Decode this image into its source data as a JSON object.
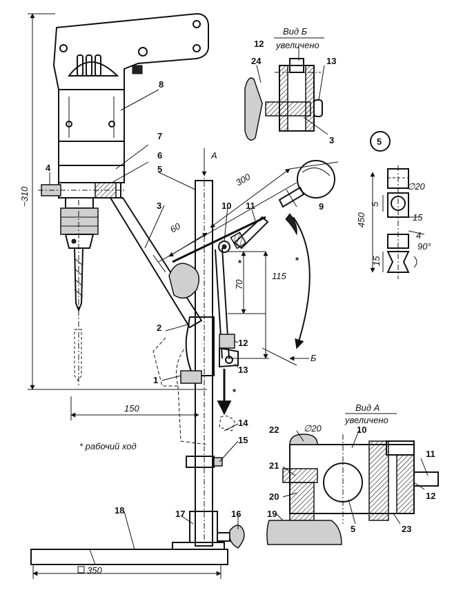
{
  "labels": {
    "n1": "1",
    "n2": "2",
    "n3": "3",
    "n3b": "3",
    "n4": "4",
    "n5": "5",
    "n5b": "5",
    "n6": "6",
    "n7": "7",
    "n8": "8",
    "n9": "9",
    "n10": "10",
    "n10b": "10",
    "n11": "11",
    "n11b": "11",
    "n12": "12",
    "n12b": "12",
    "n12c": "12",
    "n13": "13",
    "n13b": "13",
    "n14": "14",
    "n15": "15",
    "n16": "16",
    "n17": "17",
    "n18": "18",
    "n19": "19",
    "n20": "20",
    "n21": "21",
    "n22": "22",
    "n23": "23",
    "n24": "24"
  },
  "dims": {
    "d310": "~310",
    "d300": "300",
    "d60": "60",
    "d70": "70",
    "d115": "115",
    "d150": "150",
    "d350": "350",
    "d450": "450",
    "d20": "∅20",
    "d20b": "∅20",
    "d5": "5",
    "d15": "15",
    "d15b": "15",
    "d4": "4",
    "d90": "90°"
  },
  "views": {
    "viewB_title": "Вид Б",
    "viewB_sub": "увеличено",
    "viewA_title": "Вид А",
    "viewA_sub": "увеличено",
    "arrowA": "А",
    "arrowB": "Б",
    "star1": "*",
    "star2": "*",
    "star3": "*",
    "legend": "* рабочий ход",
    "detail5": "5"
  }
}
